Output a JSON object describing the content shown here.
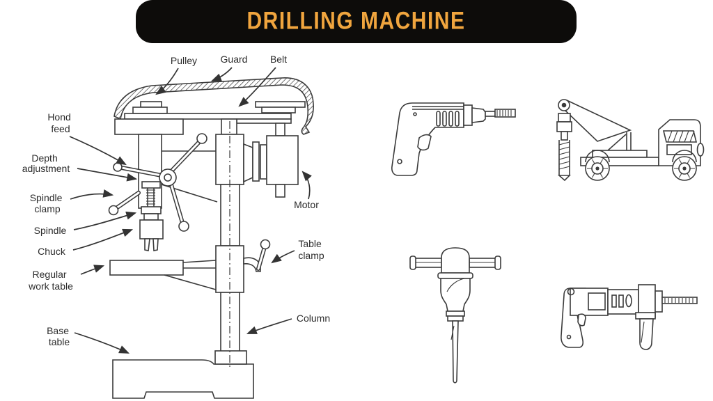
{
  "title": {
    "text": "DRILLING MACHINE"
  },
  "banner": {
    "bg": "#0d0c0a",
    "text_color": "#f0a53e"
  },
  "canvas": {
    "bg": "#ffffff",
    "line_color": "#3a3a3a",
    "label_color": "#2b2b2b"
  },
  "drill_press": {
    "labels": {
      "pulley": "Pulley",
      "guard": "Guard",
      "belt": "Belt",
      "hand_feed": [
        "Hond",
        "feed"
      ],
      "depth_adjustment": [
        "Depth",
        "adjustment"
      ],
      "spindle_clamp": [
        "Spindle",
        "clamp"
      ],
      "spindle": "Spindle",
      "chuck": "Chuck",
      "work_table": [
        "Regular",
        "work table"
      ],
      "motor": "Motor",
      "table_clamp": [
        "Table",
        "clamp"
      ],
      "column": "Column",
      "base_table": [
        "Base",
        "table"
      ]
    }
  },
  "illustrations": [
    {
      "icon": "hand-drill-icon"
    },
    {
      "icon": "truck-drill-rig-icon"
    },
    {
      "icon": "jackhammer-icon"
    },
    {
      "icon": "hammer-drill-icon"
    }
  ]
}
